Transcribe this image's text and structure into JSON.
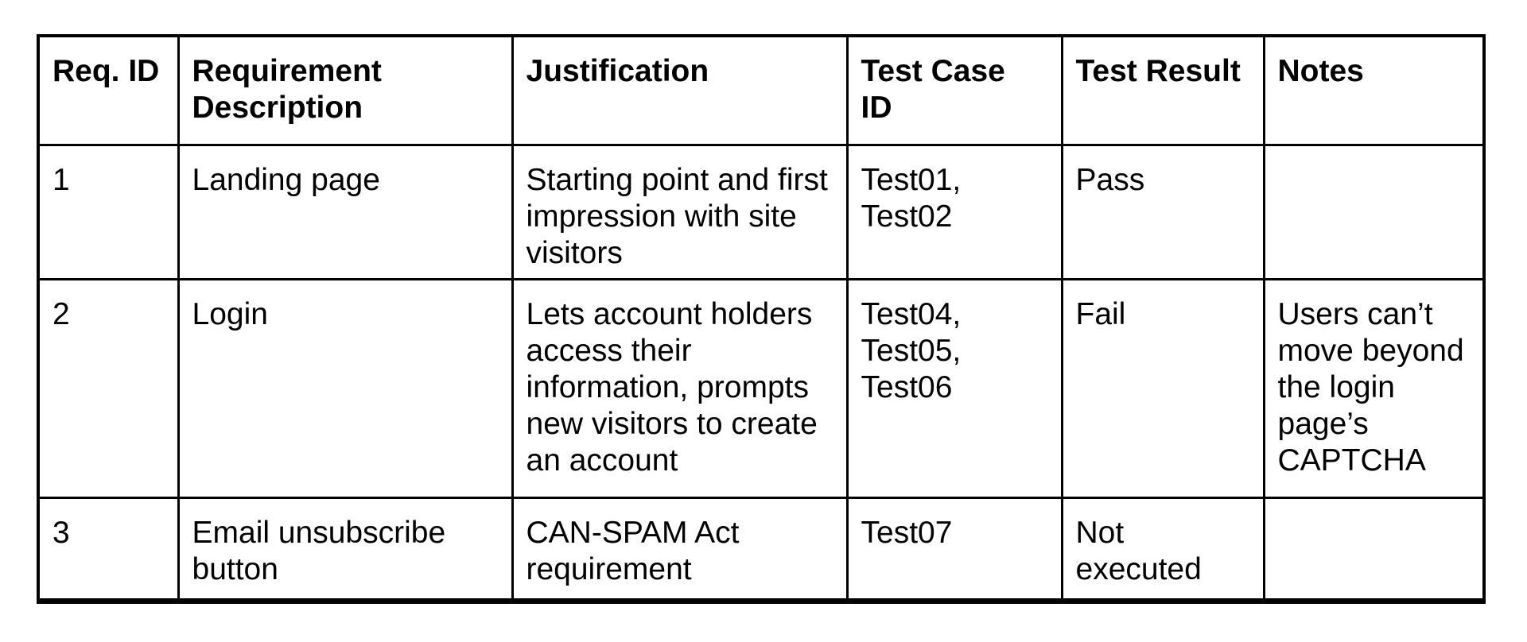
{
  "table": {
    "headers": [
      "Req. ID",
      "Requirement\nDescription",
      "Justification",
      "Test Case\nID",
      "Test Result",
      "Notes"
    ],
    "rows": [
      {
        "cells": [
          "1",
          "Landing page",
          "Starting point and first\nimpression with site\nvisitors",
          "Test01,\nTest02",
          "Pass",
          ""
        ]
      },
      {
        "cells": [
          "2",
          "Login",
          "Lets account holders\naccess their\ninformation, prompts\nnew visitors to create\nan account",
          "Test04,\nTest05,\nTest06",
          "Fail",
          "Users can’t\nmove beyond\nthe login\npage’s\nCAPTCHA"
        ]
      },
      {
        "cells": [
          "3",
          "Email unsubscribe\nbutton",
          "CAN-SPAM Act\nrequirement",
          "Test07",
          "Not\nexecuted",
          ""
        ]
      }
    ]
  }
}
